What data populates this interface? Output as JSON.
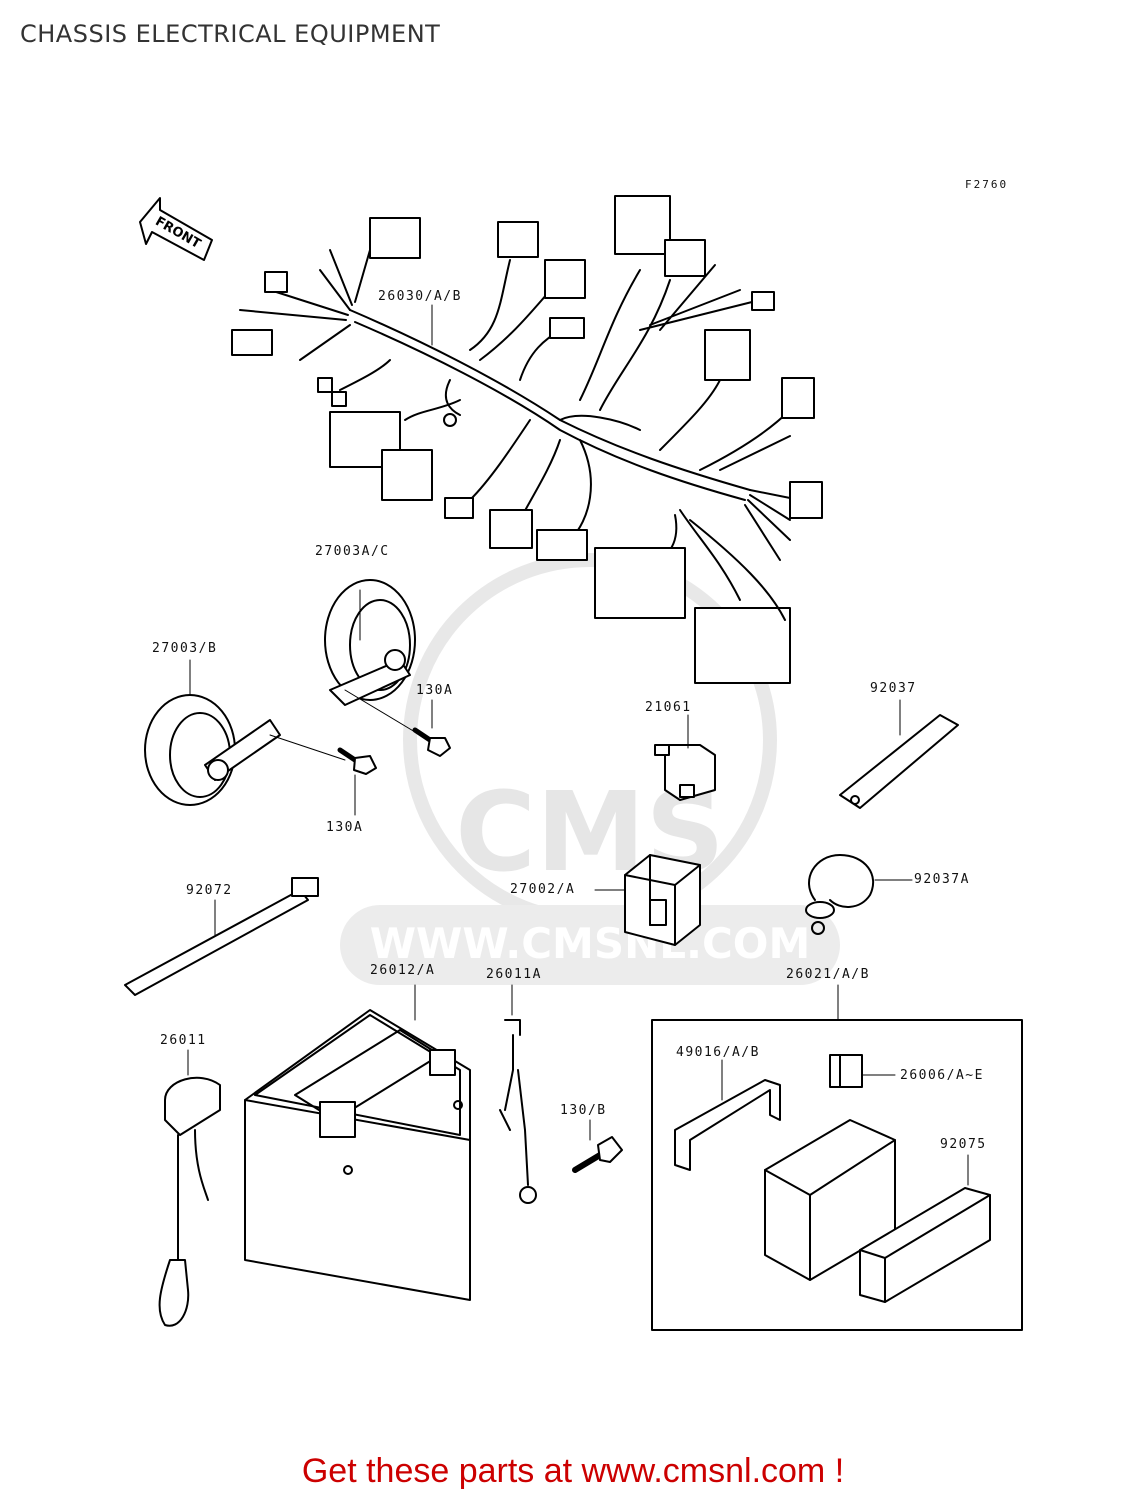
{
  "title": "CHASSIS ELECTRICAL EQUIPMENT",
  "figure_code": "F2760",
  "front_arrow_label": "FRONT",
  "watermark": {
    "brand": "CMS",
    "url": "WWW.CMSNL.COM"
  },
  "parts": [
    {
      "ref": "26030/A/B"
    },
    {
      "ref": "27003A/C"
    },
    {
      "ref": "27003/B"
    },
    {
      "ref": "130A"
    },
    {
      "ref": "130A"
    },
    {
      "ref": "21061"
    },
    {
      "ref": "92037"
    },
    {
      "ref": "92072"
    },
    {
      "ref": "27002/A"
    },
    {
      "ref": "92037A"
    },
    {
      "ref": "26012/A"
    },
    {
      "ref": "26011A"
    },
    {
      "ref": "26021/A/B"
    },
    {
      "ref": "26011"
    },
    {
      "ref": "130/B"
    },
    {
      "ref": "49016/A/B"
    },
    {
      "ref": "26006/A~E"
    },
    {
      "ref": "92075"
    }
  ],
  "footer": "Get these parts at www.cmsnl.com !",
  "colors": {
    "line": "#000000",
    "footer": "#cc0000",
    "watermark": "#e6e6e6"
  }
}
